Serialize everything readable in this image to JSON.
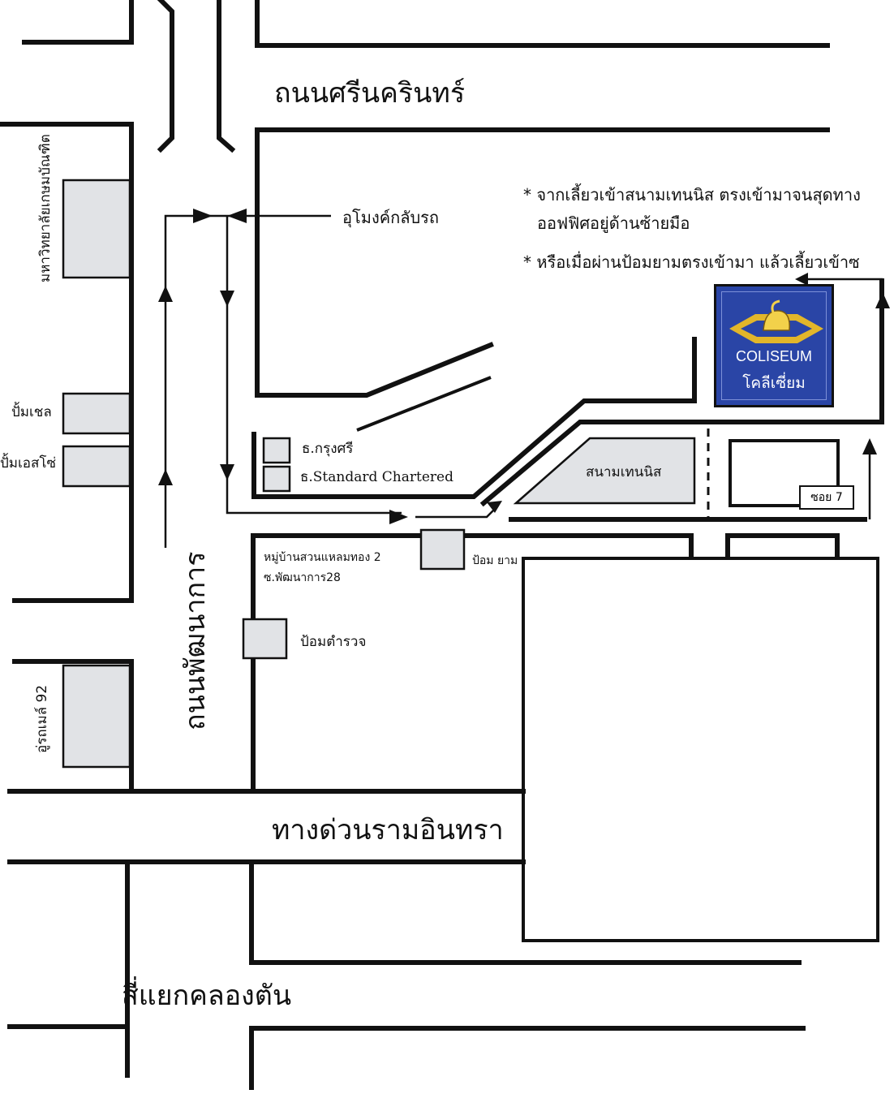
{
  "roads": {
    "srinakarin": "ถนนศรีนครินทร์",
    "phatthanakan": "ถนนพัฒนาการ",
    "ramintra_expressway": "ทางด่วนรามอินทรา",
    "khlong_tan_intersection": "สี่แยกคลองตัน"
  },
  "landmarks": {
    "u_turn_tunnel": "อุโมงค์กลับรถ",
    "university": "มหาวิทยาลัยเกษมบัณฑิต",
    "shell": "ปั้มเชล",
    "esso": "ปั้มเอสโซ่",
    "ayudhya_bank": "ธ.กรุงศรี",
    "standard_chartered": "ธ.Standard Chartered",
    "tennis_court": "สนามเทนนิส",
    "soi7": "ซอย 7",
    "guard_post": "ป้อม ยาม",
    "village_line1": "หมู่บ้านสวนแหลมทอง 2",
    "village_line2": "ซ.พัฒนาการ28",
    "police_box": "ป้อมตำรวจ",
    "urupong": "อู่รถเมล์ 92"
  },
  "directions": {
    "note1_line1": "* จากเลี้ยวเข้าสนามเทนนิส ตรงเข้ามาจนสุดทาง",
    "note1_line2": "ออฟฟิศอยู่ด้านซ้ายมือ",
    "note2": "* หรือเมื่อผ่านป้อมยามตรงเข้ามา แล้วเลี้ยวเข้าซ"
  },
  "logo": {
    "name_en": "COLISEUM",
    "name_th": "โคลีเซี่ยม",
    "bg_color": "#2a45a6",
    "emblem_color": "#e2b62a"
  }
}
